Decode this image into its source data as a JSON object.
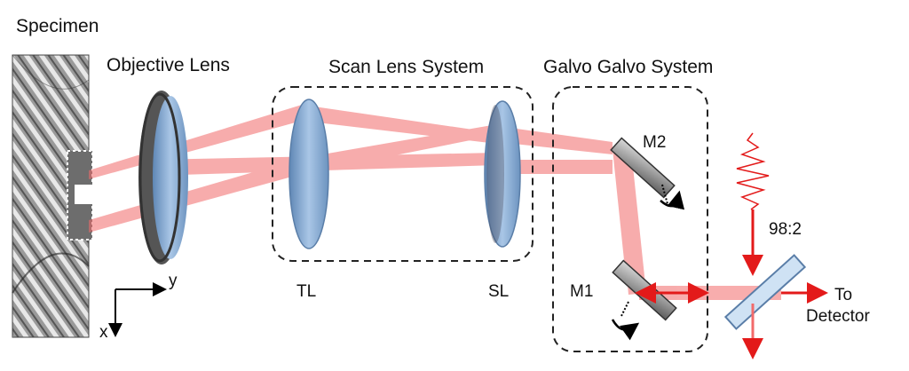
{
  "labels": {
    "specimen": "Specimen",
    "objective": "Objective Lens",
    "scan_system": "Scan Lens System",
    "galvo_system": "Galvo Galvo System",
    "tl": "TL",
    "sl": "SL",
    "m1": "M1",
    "m2": "M2",
    "splitter_ratio": "98:2",
    "to": "To",
    "detector": "Detector",
    "axis_x": "x",
    "axis_y": "y"
  },
  "colors": {
    "beam": "#f26a6a",
    "arrow": "#e31a1a",
    "lens": "#7fa6cf",
    "lens_rim": "#4d4d4d",
    "mirror": "#8a8a8a",
    "dash": "#222222"
  }
}
